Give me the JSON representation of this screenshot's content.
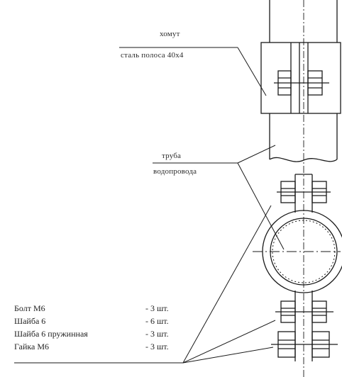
{
  "labels": {
    "clamp_title": "хомут",
    "clamp_material": "сталь полоса 40х4",
    "pipe_title": "труба",
    "pipe_subtitle": "водопровода"
  },
  "spec": [
    {
      "name": "Болт М6",
      "qty": "- 3 шт."
    },
    {
      "name": "Шайба 6",
      "qty": "- 6 шт."
    },
    {
      "name": "Шайба 6 пружинная",
      "qty": "- 3 шт."
    },
    {
      "name": "Гайка М6",
      "qty": "- 3 шт."
    }
  ]
}
